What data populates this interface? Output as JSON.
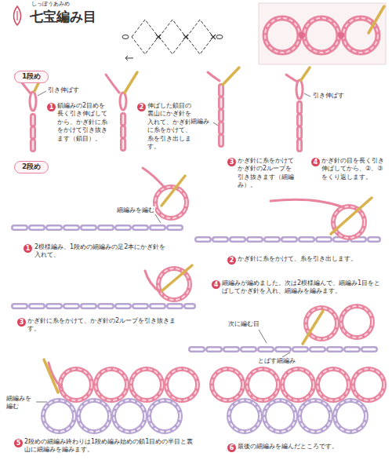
{
  "diagram": {
    "title": "七宝編み目",
    "nodes": [
      {
        "text": [
          "1段め"
        ]
      },
      {
        "text": [
          "2段め"
        ]
      }
    ],
    "labels": [
      "しっぽうあみめ",
      "引き伸ばす",
      "1",
      "鎖編みの2目めを長く引き伸ばしてから、かぎ針に糸をかけて引き抜きます（鎖目）。",
      "2",
      "伸ばした鎖目の裏山にかぎ針を入れて、かぎ針に糸をかけて、糸を引き出します。",
      "細編み",
      "引き伸ばす",
      "3",
      "かぎ針に糸をかけてかぎ針の2ループを引き抜きます（細編み）。",
      "4",
      "かぎ針の目を長く引き伸ばしてから、②、③をくり返します。",
      "細編みを編む",
      "1",
      "2模様編み、1段めの細編みの足2本にかぎ針を入れて、",
      "2",
      "かぎ針に糸をかけて、糸を引き出します。",
      "3",
      "かぎ針に糸をかけて、かぎ針の2ループを引き抜きます。",
      "4",
      "細編みが編めました。次は2模様編んで、細編み1目をとばしてかぎ針を入れ、細編みを編みます。",
      "次に編む目",
      "とばす細編み",
      "細編みを編む",
      "5",
      "2段めの細編み終わりは1段め編み始めの鎖1目めの半目と裏山に細編みを編みます。",
      "6",
      "最後の細編みを編んだところです。"
    ]
  }
}
